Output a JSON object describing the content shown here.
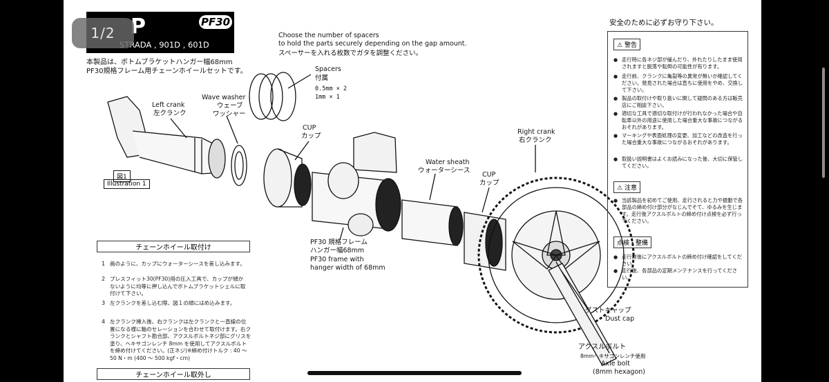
{
  "viewer": {
    "page_indicator": "1/2"
  },
  "header": {
    "title_fragment": "P",
    "badge": "PF30",
    "models": "STRADA , 901D , 601D",
    "desc_line1": "本製品は、ボトムブラケットハンガー幅68mm",
    "desc_line2": "PF30規格フレーム用チェーンホイールセットです。"
  },
  "spacer_note": {
    "en_line1": "Choose the number of spacers",
    "en_line2": "to hold the parts securely depending on the gap amount.",
    "jp": "スペーサーを入れる枚数でガタを調整ください。"
  },
  "labels": {
    "spacers_en": "Spacers",
    "spacers_jp": "付属",
    "spacers_spec1": "0.5mm × 2",
    "spacers_spec2": "1mm × 1",
    "wave_en": "Wave washer",
    "wave_jp1": "ウェーブ",
    "wave_jp2": "ワッシャー",
    "left_crank_en": "Left crank",
    "left_crank_jp": "左クランク",
    "cup_en_1": "CUP",
    "cup_jp_1": "カップ",
    "water_en": "Water sheath",
    "water_jp": "ウォーターシース",
    "cup_en_2": "CUP",
    "cup_jp_2": "カップ",
    "right_crank_en": "Right crank",
    "right_crank_jp": "右クランク",
    "fig_jp": "図1",
    "fig_en": "Illustration 1",
    "frame_jp1": "PF30 規格フレーム",
    "frame_jp2": "ハンガー幅68mm",
    "frame_en1": "PF30 frame with",
    "frame_en2": "hanger width of 68mm",
    "dust_jp": "ダストキャップ",
    "dust_en": "Dust cap",
    "axle_jp": "アクスルボルト",
    "axle_sub": "8mmヘキサゴンレンチ使用",
    "axle_en": "Axle bolt",
    "axle_en2": "(8mm hexagon)"
  },
  "install": {
    "section_title": "チェーンホイール取付け",
    "steps": [
      {
        "num": "1",
        "text": "画のように、カップにウォーターシースを差し込みます。"
      },
      {
        "num": "2",
        "text": "プレスフィット30(PF30)用の圧入工具で、カップが傾かないように均等に押し込んでボトムブラケットシェルに取付けて下さい。"
      },
      {
        "num": "3",
        "text": "左クランクを差し込む際、図１の順にはめ込みます。"
      },
      {
        "num": "4",
        "text": "左クランク挿入後、右クランクは左クランクと一直線の位置になる様に軸のセレーションを合わせて取付けます。右クランクとシャフト勘合部、アクスルボルトネジ部にグリスを塗り、ヘキサゴンレンチ 8mm を使用してアクスルボルトを締め付けてください。(正ネジ)※締め付けトルク : 40 ～ 50 N・m (400 ～ 500 kgf・cm)"
      }
    ],
    "removal_title": "チェーンホイール取外し"
  },
  "safety": {
    "heading": "安全のために必ずお守り下さい。",
    "warning_label": "警告",
    "warnings": [
      "走行時に各ネジ部が緩んだり、外れたりしたまま使用されますと脱落や転倒の可能性が有ります。",
      "走行前、クランクに亀裂等の異常が無いか確認してください。発見された場合は直ちに使用をやめ、交換して下さい。",
      "製品の取付けや取り扱いに関して疑問のある方は販売店にご相談下さい。",
      "適切な工具で適切な取付けが行われなかった場合や自転車以外の用途に使用した場合重大な事故につながるおそれがあります。",
      "マーキングや表面処理の変更、加工などの改造を行った場合重大な事故につながるおそれがあります。",
      "取扱い説明書はよくお読みになった後、大切に保管してください。"
    ],
    "caution_label": "注意",
    "cautions": [
      "当該製品を初めてご使用、走行されると力や振動で各部品の締め付け部分がなじんでそて、ゆるみを生じます。走行後アクスルボルトの締め付け点検を必ず行ってください。"
    ],
    "inspection_label": "点検・整備",
    "inspections": [
      "走行前後にアクスルボルトの締め付け確認をしてください。",
      "走行後、各部品の定期メンテナンスを行ってください。"
    ]
  },
  "colors": {
    "viewer_bg": "#000000",
    "page_bg": "#ffffff",
    "ink": "#111111",
    "pager_bg": "#696969"
  }
}
